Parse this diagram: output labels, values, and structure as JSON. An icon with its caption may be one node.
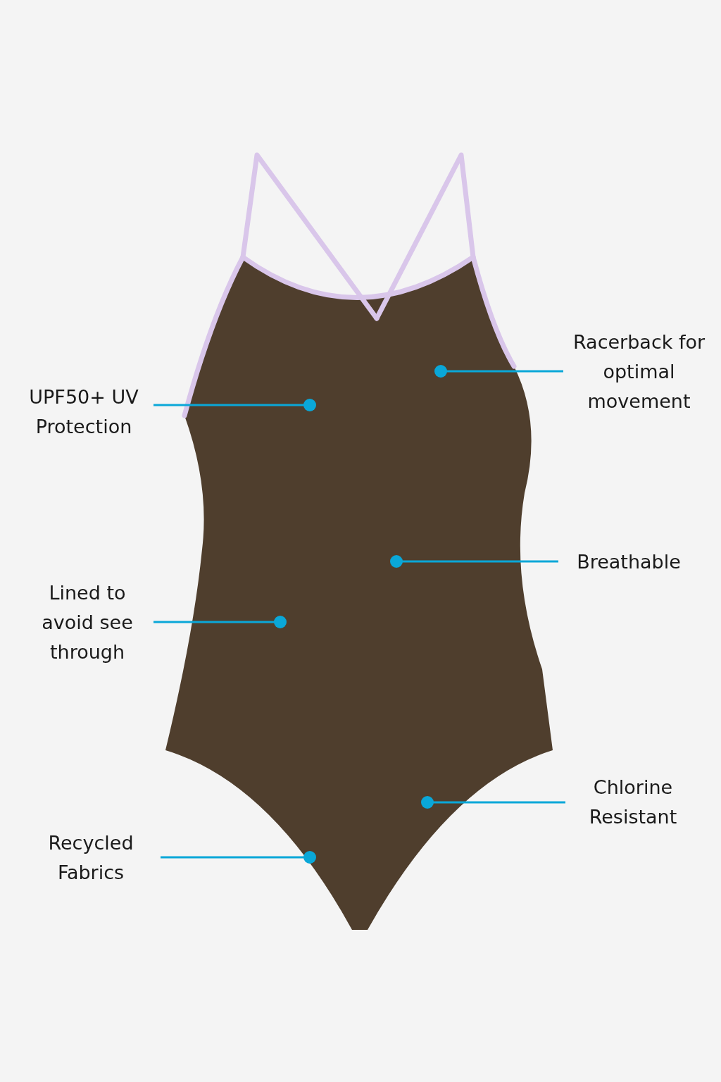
{
  "diagram": {
    "nodes": [
      {
        "text": [
          "Racerback for optimal movement"
        ]
      },
      {
        "text": [
          "UPF50+ UV Protection"
        ]
      },
      {
        "text": [
          "Breathable"
        ]
      },
      {
        "text": [
          "Lined to avoid see through"
        ]
      },
      {
        "text": [
          "Chlorine Resistant"
        ]
      },
      {
        "text": [
          "Recycled Fabrics"
        ]
      }
    ],
    "edges": [
      {
        "from": 0,
        "to": null,
        "arrow": "other"
      },
      {
        "from": 1,
        "to": null,
        "arrow": "other"
      },
      {
        "from": 2,
        "to": null,
        "arrow": "other"
      },
      {
        "from": 3,
        "to": null,
        "arrow": "other"
      },
      {
        "from": 4,
        "to": null,
        "arrow": "other"
      },
      {
        "from": 5,
        "to": null,
        "arrow": "other"
      }
    ]
  }
}
